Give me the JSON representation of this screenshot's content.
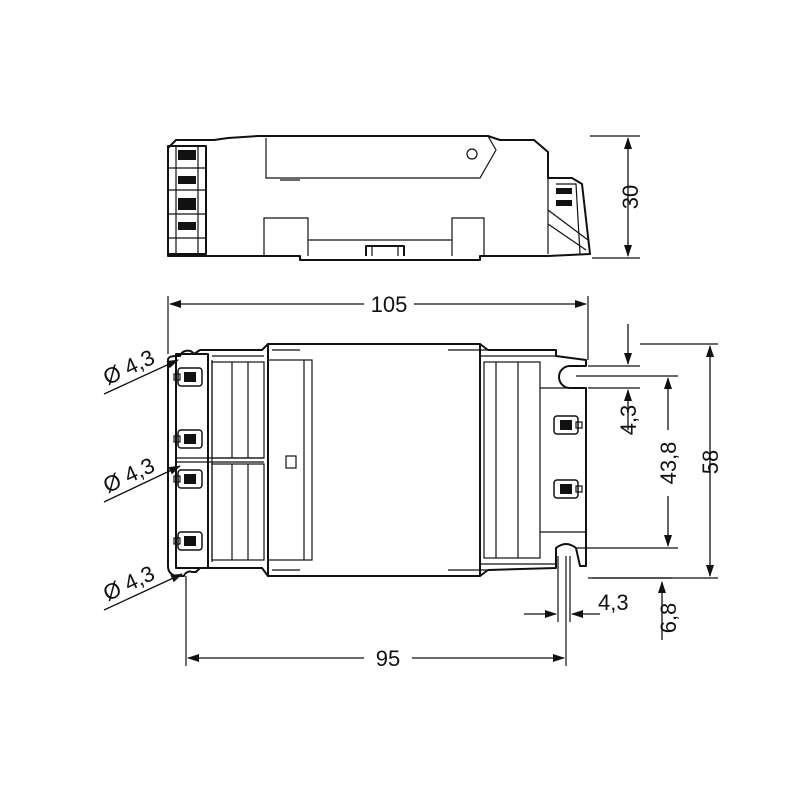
{
  "drawing": {
    "views": [
      "side-view",
      "top-view"
    ],
    "dimensions": {
      "overall_length": "105",
      "height": "30",
      "mounting_hole_spacing": "95",
      "overall_width": "58",
      "slot_spacing": "43,8",
      "slot_width": "4,3",
      "slot_depth_width": "4,3",
      "slot_depth": "6,8",
      "hole_diameter_1": "Ø 4,3",
      "hole_diameter_2": "Ø 4,3",
      "hole_diameter_3": "Ø 4,3"
    }
  }
}
